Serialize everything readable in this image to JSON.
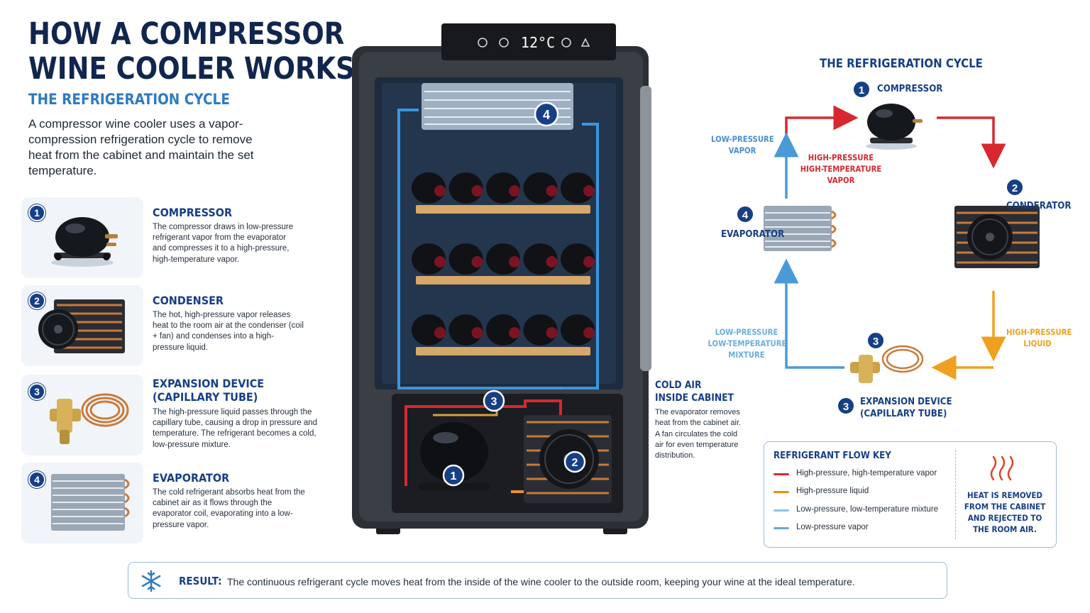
{
  "header": {
    "title_line1": "HOW A COMPRESSOR",
    "title_line2": "WINE COOLER WORKS",
    "subtitle": "THE REFRIGERATION CYCLE",
    "intro": "A compressor wine cooler uses a vapor-compression refrigeration cycle to remove heat from the cabinet and maintain the set temperature."
  },
  "steps": [
    {
      "num": "1",
      "title_line1": "COMPRESSOR",
      "title_line2": "",
      "desc": "The compressor draws in low-pressure refrigerant vapor from the evaporator and compresses it to a high-pressure, high-temperature vapor.",
      "icon": "compressor-icon"
    },
    {
      "num": "2",
      "title_line1": "CONDENSER",
      "title_line2": "",
      "desc": "The hot, high-pressure vapor releases heat to the room air at the condenser (coil + fan) and condenses into a high-pressure liquid.",
      "icon": "condenser-icon"
    },
    {
      "num": "3",
      "title_line1": "EXPANSION DEVICE",
      "title_line2": "(CAPILLARY TUBE)",
      "desc": "The high-pressure liquid passes through the capillary tube, causing a drop in pressure and temperature. The refrigerant becomes a cold, low-pressure mixture.",
      "icon": "expansion-valve-icon"
    },
    {
      "num": "4",
      "title_line1": "EVAPORATOR",
      "title_line2": "",
      "desc": "The cold refrigerant absorbs heat from the cabinet air as it flows through the evaporator coil, evaporating into a low-pressure vapor.",
      "icon": "evaporator-icon"
    }
  ],
  "cooler": {
    "display_temp": "12°C",
    "badges": [
      "1",
      "2",
      "3",
      "4"
    ],
    "bottles_per_shelf": 5,
    "shelves": 3
  },
  "cold_air": {
    "heading_line1": "COLD AIR",
    "heading_line2": "INSIDE CABINET",
    "desc": "The evaporator removes heat from the cabinet air. A fan circulates the cold air for even temperature distribution."
  },
  "cycle": {
    "title": "THE REFRIGERATION CYCLE",
    "compressor_label": "COMPRESSOR",
    "condenser_label": "CONDERATOR",
    "expansion_label_line1": "EXPANSION DEVICE",
    "expansion_label_line2": "(CAPILLARY TUBE)",
    "evaporator_label": "EVAPORATOR",
    "note_high_vapor": [
      "HIGH-PRESSURE",
      "HIGH-TEMPERATURE",
      "VAPOR"
    ],
    "note_low_vapor": [
      "LOW-PRESSURE",
      "VAPOR"
    ],
    "note_high_liquid": [
      "HIGH-PRESSURE",
      "LIQUID"
    ],
    "note_low_mixture": [
      "LOW-PRESSURE",
      "LOW-TEMPERATURE",
      "MIXTURE"
    ]
  },
  "key": {
    "title": "REFRIGERANT FLOW KEY",
    "items": [
      {
        "label": "High-pressure, high-temperature vapor",
        "color": "#d7282f"
      },
      {
        "label": "High-pressure liquid",
        "color": "#f08a1c"
      },
      {
        "label": "Low-pressure, low-temperature mixture",
        "color": "#8cc3ec"
      },
      {
        "label": "Low-pressure vapor",
        "color": "#6aa9dc"
      }
    ],
    "heat_text": "HEAT IS REMOVED FROM THE CABINET AND REJECTED TO THE ROOM AIR."
  },
  "result": {
    "label": "RESULT:",
    "text": "The continuous refrigerant cycle moves heat from the inside of the wine cooler to the outside room, keeping your wine at the ideal temperature."
  },
  "colors": {
    "navy": "#173f86",
    "accent_blue": "#2f7bc0",
    "hot_red": "#d7282f",
    "liquid_orange": "#f0a020",
    "cold_blue": "#4a9ad8"
  }
}
